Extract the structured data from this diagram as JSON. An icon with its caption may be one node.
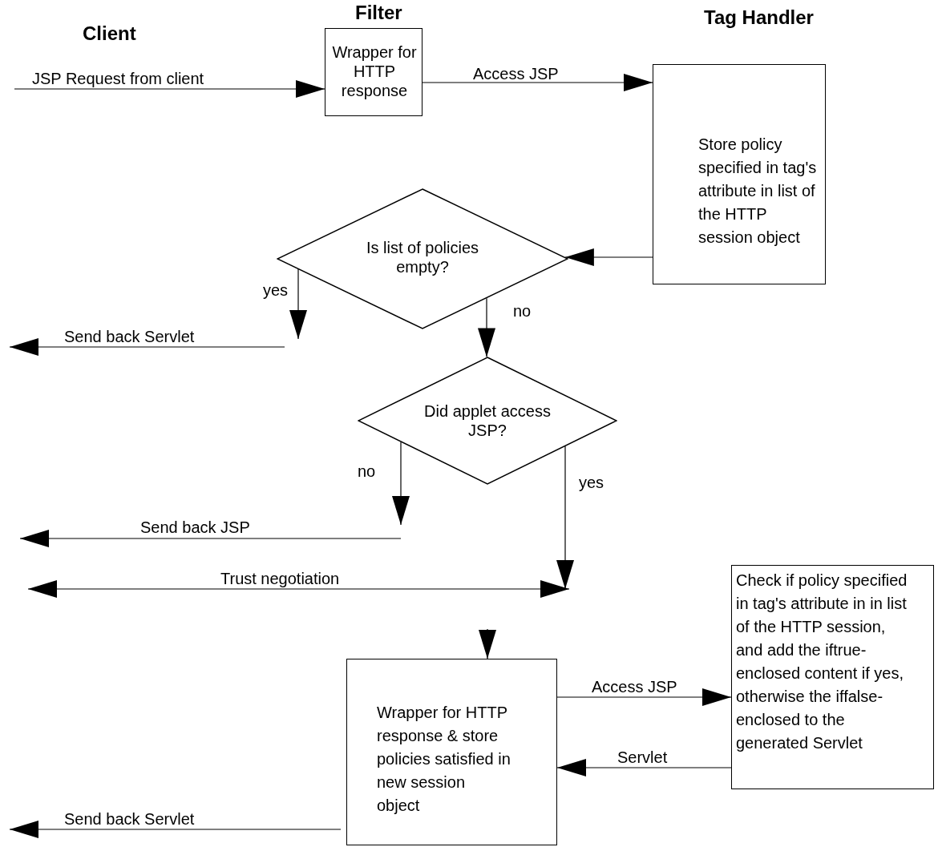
{
  "diagram": {
    "nodes": [
      {
        "text": [
          "Wrapper for HTTP response"
        ]
      },
      {
        "text": [
          "Store policy specified in tag's attribute in list of the HTTP session object"
        ]
      },
      {
        "text": [
          "Is list of policies empty?"
        ]
      },
      {
        "text": [
          "Did applet access JSP?"
        ]
      },
      {
        "text": [
          "Wrapper for HTTP response & store policies satisfied in new session object"
        ]
      },
      {
        "text": [
          "Check if policy specified in tag's attribute in in list of the HTTP session, and add the iftrue-enclosed content if yes, otherwise the iffalse-enclosed to the generated Servlet"
        ]
      }
    ],
    "edges": [
      {
        "from": null,
        "to": 0,
        "arrow": "to",
        "label": "JSP Request from client"
      },
      {
        "from": 0,
        "to": 1,
        "arrow": "to",
        "label": "Access JSP"
      },
      {
        "from": 1,
        "to": 2,
        "arrow": "to"
      },
      {
        "from": 2,
        "to": null,
        "arrow": "to",
        "label": "yes"
      },
      {
        "from": 2,
        "to": 3,
        "arrow": "to",
        "label": "no"
      },
      {
        "from": 3,
        "to": null,
        "arrow": "to",
        "label": "no"
      },
      {
        "from": 3,
        "to": null,
        "arrow": "to",
        "label": "yes"
      },
      {
        "from": null,
        "to": 4,
        "arrow": "to"
      },
      {
        "from": 4,
        "to": 5,
        "arrow": "to",
        "label": "Access JSP"
      },
      {
        "from": 5,
        "to": 4,
        "arrow": "to",
        "label": "Servlet"
      }
    ],
    "labels": [
      "Client",
      "Filter",
      "Tag Handler",
      "Send back Servlet",
      "Send back JSP",
      "Trust negotiation",
      "Send back Servlet"
    ]
  }
}
